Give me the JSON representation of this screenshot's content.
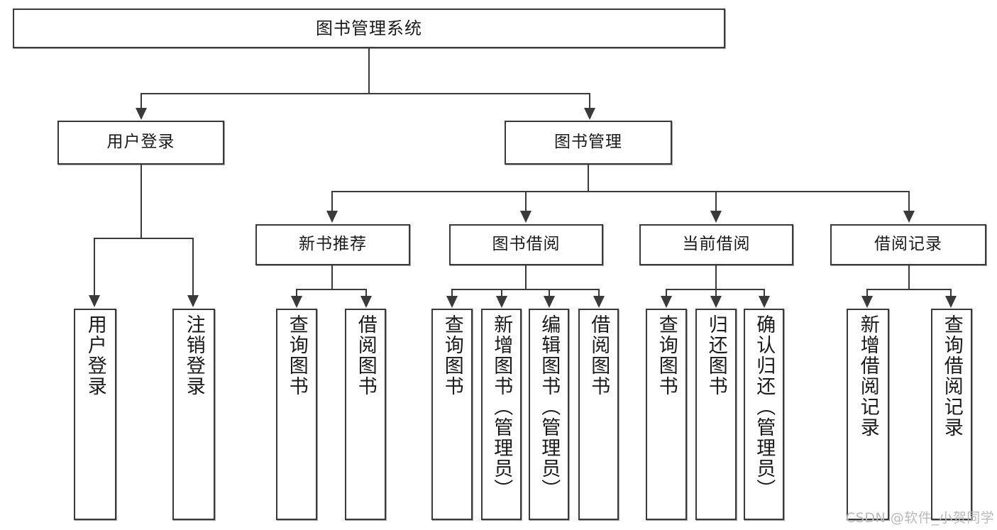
{
  "diagram": {
    "title": "图书管理系统",
    "root": {
      "label": "图书管理系统"
    },
    "level2": [
      {
        "label": "用户登录"
      },
      {
        "label": "图书管理"
      }
    ],
    "level3": [
      {
        "label": "新书推荐"
      },
      {
        "label": "图书借阅"
      },
      {
        "label": "当前借阅"
      },
      {
        "label": "借阅记录"
      }
    ],
    "leaves": {
      "user_login": [
        {
          "label": "用户登录"
        },
        {
          "label": "注销登录"
        }
      ],
      "new_book_recommend": [
        {
          "label": "查询图书"
        },
        {
          "label": "借阅图书"
        }
      ],
      "book_borrow": [
        {
          "label": "查询图书"
        },
        {
          "label": "新增图书（管理员）"
        },
        {
          "label": "编辑图书（管理员）"
        },
        {
          "label": "借阅图书"
        }
      ],
      "current_borrow": [
        {
          "label": "查询图书"
        },
        {
          "label": "归还图书"
        },
        {
          "label": "确认归还（管理员）"
        }
      ],
      "borrow_record": [
        {
          "label": "新增借阅记录"
        },
        {
          "label": "查询借阅记录"
        }
      ]
    }
  },
  "watermark": {
    "text": "CSDN @软件_小贺同学"
  },
  "colors": {
    "line": "#3a3a3a",
    "box_border": "#3a3a3a",
    "box_fill": "#ffffff",
    "text": "#1a1a1a",
    "watermark": "#b9b9b9"
  }
}
